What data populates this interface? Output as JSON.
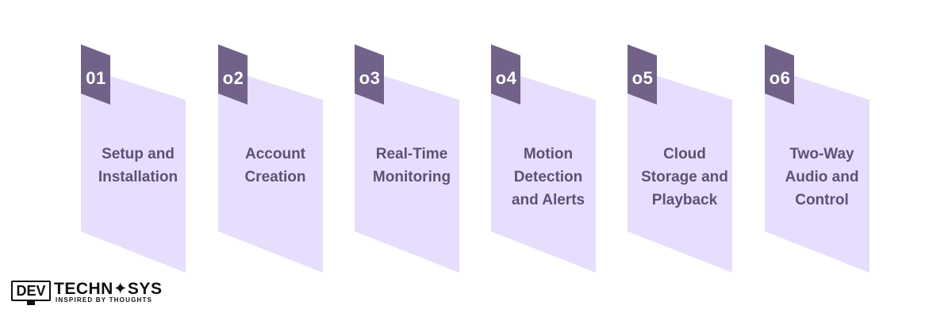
{
  "steps": [
    {
      "number": "01",
      "label_lines": [
        "Setup and",
        "Installation"
      ]
    },
    {
      "number": "o2",
      "label_lines": [
        "Account",
        "Creation"
      ]
    },
    {
      "number": "o3",
      "label_lines": [
        "Real-Time",
        "Monitoring"
      ]
    },
    {
      "number": "o4",
      "label_lines": [
        "Motion",
        "Detection",
        "and Alerts"
      ]
    },
    {
      "number": "o5",
      "label_lines": [
        "Cloud",
        "Storage and",
        "Playback"
      ]
    },
    {
      "number": "o6",
      "label_lines": [
        "Two-Way",
        "Audio and",
        "Control"
      ]
    }
  ],
  "logo": {
    "dev": "DEV",
    "brand": "TECHN✦SYS",
    "tagline": "INSPIRED BY THOUGHTS"
  },
  "colors": {
    "card_fill": "#e6defc",
    "tab_fill": "#726289",
    "label_text": "#5f5173",
    "number_text": "#ffffff"
  }
}
